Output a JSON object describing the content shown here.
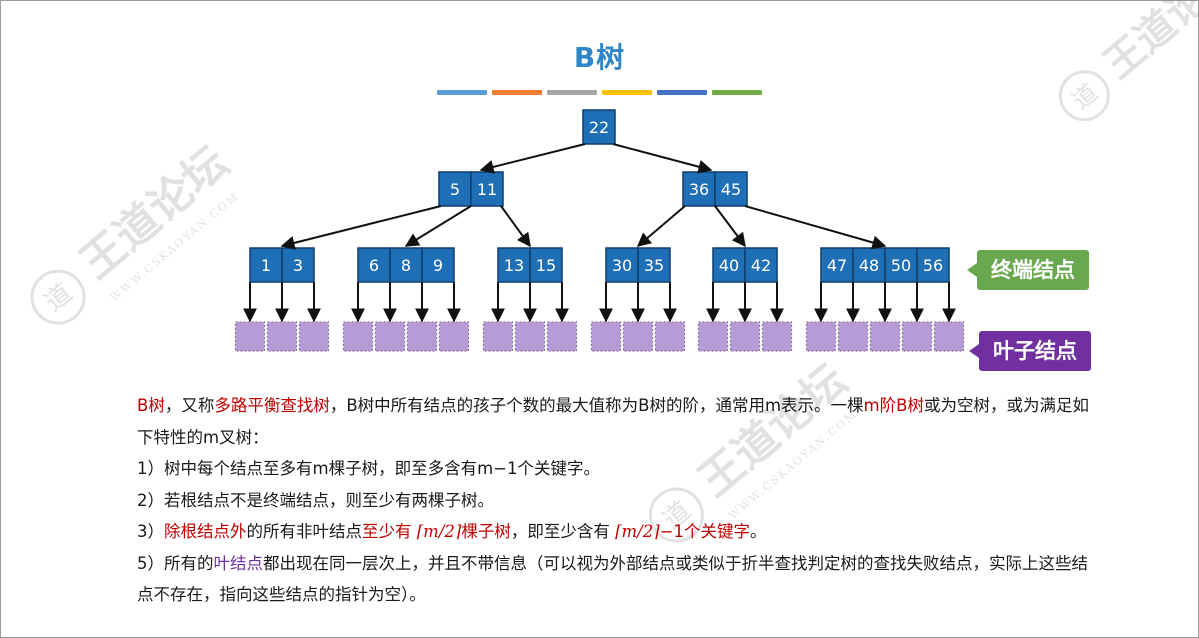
{
  "title": "B树",
  "colors": {
    "title": "#2e86c8",
    "node_fill": "#1e6fb5",
    "node_border": "#0e3f6e",
    "leaf_fill": "#b79bd6",
    "terminal_label_bg": "#6aa84f",
    "leaf_label_bg": "#7030a0",
    "highlight_red": "#c00000",
    "highlight_purple": "#7030a0",
    "bar_colors": [
      "#5b9bd5",
      "#ed7d31",
      "#a5a5a5",
      "#ffc000",
      "#4472c4",
      "#70ad47"
    ]
  },
  "tree": {
    "root": [
      "22"
    ],
    "level2": [
      [
        "5",
        "11"
      ],
      [
        "36",
        "45"
      ]
    ],
    "level3": [
      [
        "1",
        "3"
      ],
      [
        "6",
        "8",
        "9"
      ],
      [
        "13",
        "15"
      ],
      [
        "30",
        "35"
      ],
      [
        "40",
        "42"
      ],
      [
        "47",
        "48",
        "50",
        "56"
      ]
    ]
  },
  "labels": {
    "terminal": "终端结点",
    "leaf": "叶子结点"
  },
  "watermark": {
    "logo": "王道论坛",
    "site": "WWW.CSKAOYAN.COM"
  },
  "text": {
    "p1": {
      "s1": "B树",
      "s2": "，又称",
      "s3": "多路平衡查找树",
      "s4": "，B树中所有结点的孩子个数的最大值称为B树的阶，通常用m表示。一棵",
      "s5": "m阶B树",
      "s6": "或为空树，或为满足如下特性的m叉树："
    },
    "p2": "1）树中每个结点至多有m棵子树，即至多含有m−1个关键字。",
    "p3": "2）若根结点不是终端结点，则至少有两棵子树。",
    "p4": {
      "s1": "3）",
      "s2": "除根结点外",
      "s3": "的所有非叶结点",
      "s4": "至少有",
      "s5": "⌈m/2⌉",
      "s6": "棵子树",
      "s7": "，即至少含有",
      "s8": "⌈m/2⌉",
      "s9": "−1个关键字",
      "s10": "。"
    },
    "p5": {
      "s1": "5）所有的",
      "s2": "叶结点",
      "s3": "都出现在同一层次上，并且不带信息（可以视为外部结点或类似于折半查找判定树的查找失败结点，实际上这些结点不存在，指向这些结点的指针为空）。"
    }
  }
}
